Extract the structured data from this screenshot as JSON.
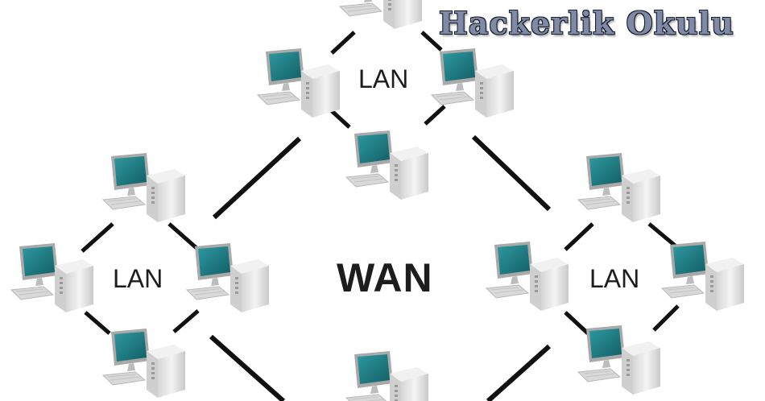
{
  "watermark": "Hackerlik Okulu",
  "labels": {
    "lan_top": "LAN",
    "lan_left": "LAN",
    "lan_right": "LAN",
    "wan": "WAN"
  },
  "colors": {
    "line": "#111111",
    "screen": "#1f7f86",
    "case": "#e9e9e9"
  }
}
